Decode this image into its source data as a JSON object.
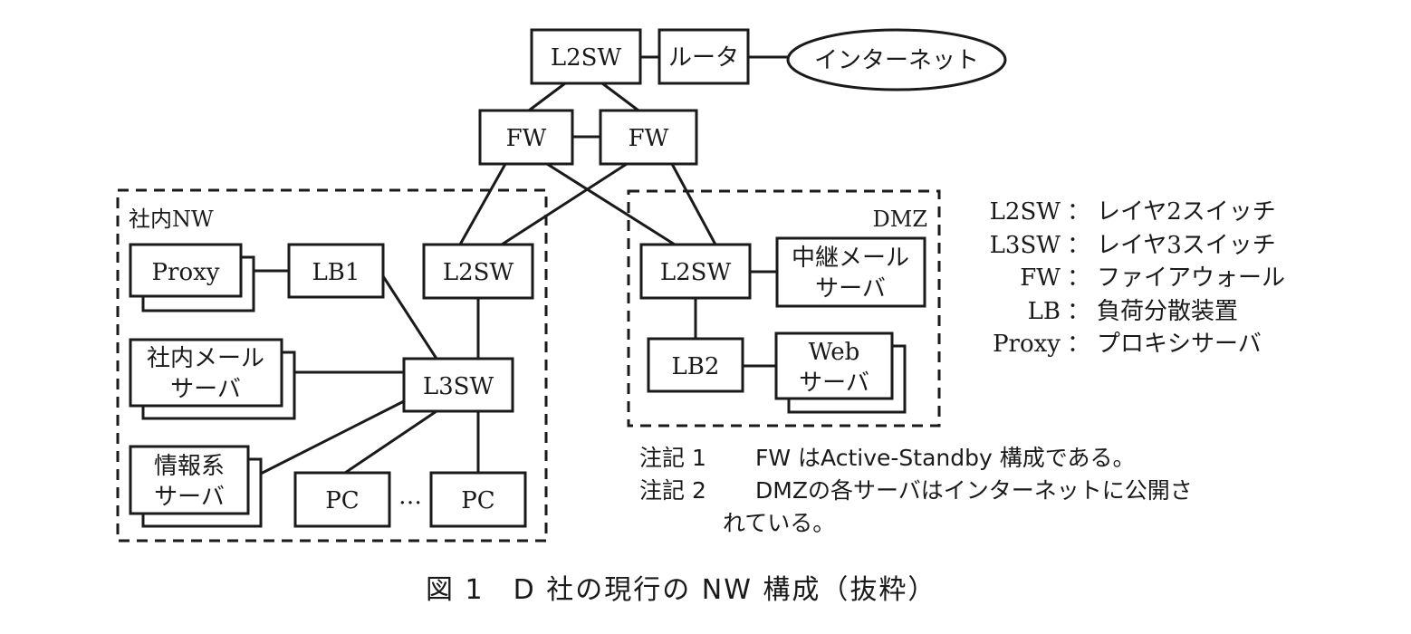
{
  "nodes": {
    "top_l2sw": "L2SW",
    "router": "ルータ",
    "internet": "インターネット",
    "fw1": "FW",
    "fw2": "FW",
    "proxy": "Proxy",
    "lb1": "LB1",
    "int_l2sw": "L2SW",
    "int_mail_line1": "社内メール",
    "int_mail_line2": "サーバ",
    "l3sw": "L3SW",
    "info_line1": "情報系",
    "info_line2": "サーバ",
    "pc1": "PC",
    "pc2": "PC",
    "pc_ellipsis": "…",
    "dmz_l2sw": "L2SW",
    "relay_line1": "中継メール",
    "relay_line2": "サーバ",
    "lb2": "LB2",
    "web_line1": "Web",
    "web_line2": "サーバ"
  },
  "zones": {
    "internal": "社内NW",
    "dmz": "DMZ"
  },
  "legend": [
    {
      "abbr": "L2SW",
      "sep": "：",
      "desc": "レイヤ2スイッチ"
    },
    {
      "abbr": "L3SW",
      "sep": "：",
      "desc": "レイヤ3スイッチ"
    },
    {
      "abbr": "FW",
      "sep": "：",
      "desc": "ファイアウォール"
    },
    {
      "abbr": "LB",
      "sep": "：",
      "desc": "負荷分散装置"
    },
    {
      "abbr": "Proxy",
      "sep": "：",
      "desc": "プロキシサーバ"
    }
  ],
  "notes": [
    {
      "label": "注記 1",
      "text": "FW はActive-Standby 構成である。"
    },
    {
      "label": "注記 2",
      "text": "DMZの各サーバはインターネットに公開さ",
      "continuation": "れている。"
    }
  ],
  "caption": "図 1　D 社の現行の NW 構成（抜粋）"
}
